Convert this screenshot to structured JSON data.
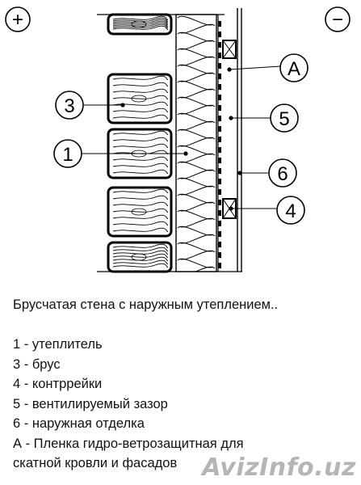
{
  "markers": {
    "plus": "+",
    "minus": "−"
  },
  "callouts": [
    {
      "id": "A",
      "label": "A"
    },
    {
      "id": "5",
      "label": "5"
    },
    {
      "id": "3",
      "label": "3"
    },
    {
      "id": "1",
      "label": "1"
    },
    {
      "id": "6",
      "label": "6"
    },
    {
      "id": "4",
      "label": "4"
    }
  ],
  "caption": "Брусчатая стена с наружным утеплением..",
  "legend": [
    "1 - утеплитель",
    "3 - брус",
    "4 - контррейки",
    "5 - вентилируемый зазор",
    "6 - наружная отделка",
    "А - Пленка гидро-ветрозащитная для",
    "скатной кровли и фасадов"
  ],
  "watermark": "AvizInfo.uz"
}
